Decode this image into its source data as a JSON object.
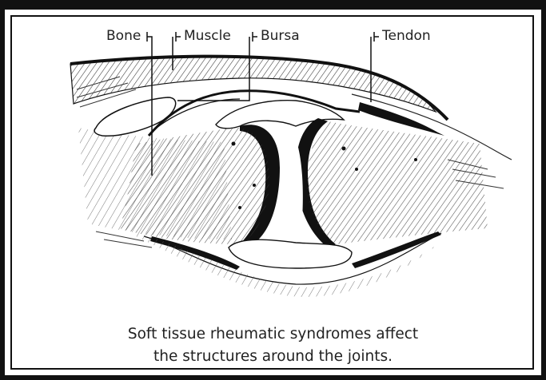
{
  "labels": {
    "bone": "Bone",
    "muscle": "Muscle",
    "bursa": "Bursa",
    "tendon": "Tendon"
  },
  "caption": {
    "line1": "Soft tissue rheumatic syndromes affect",
    "line2": "the structures around the joints."
  },
  "colors": {
    "ink": "#111111",
    "paper": "#ffffff",
    "hatch": "#333333"
  }
}
